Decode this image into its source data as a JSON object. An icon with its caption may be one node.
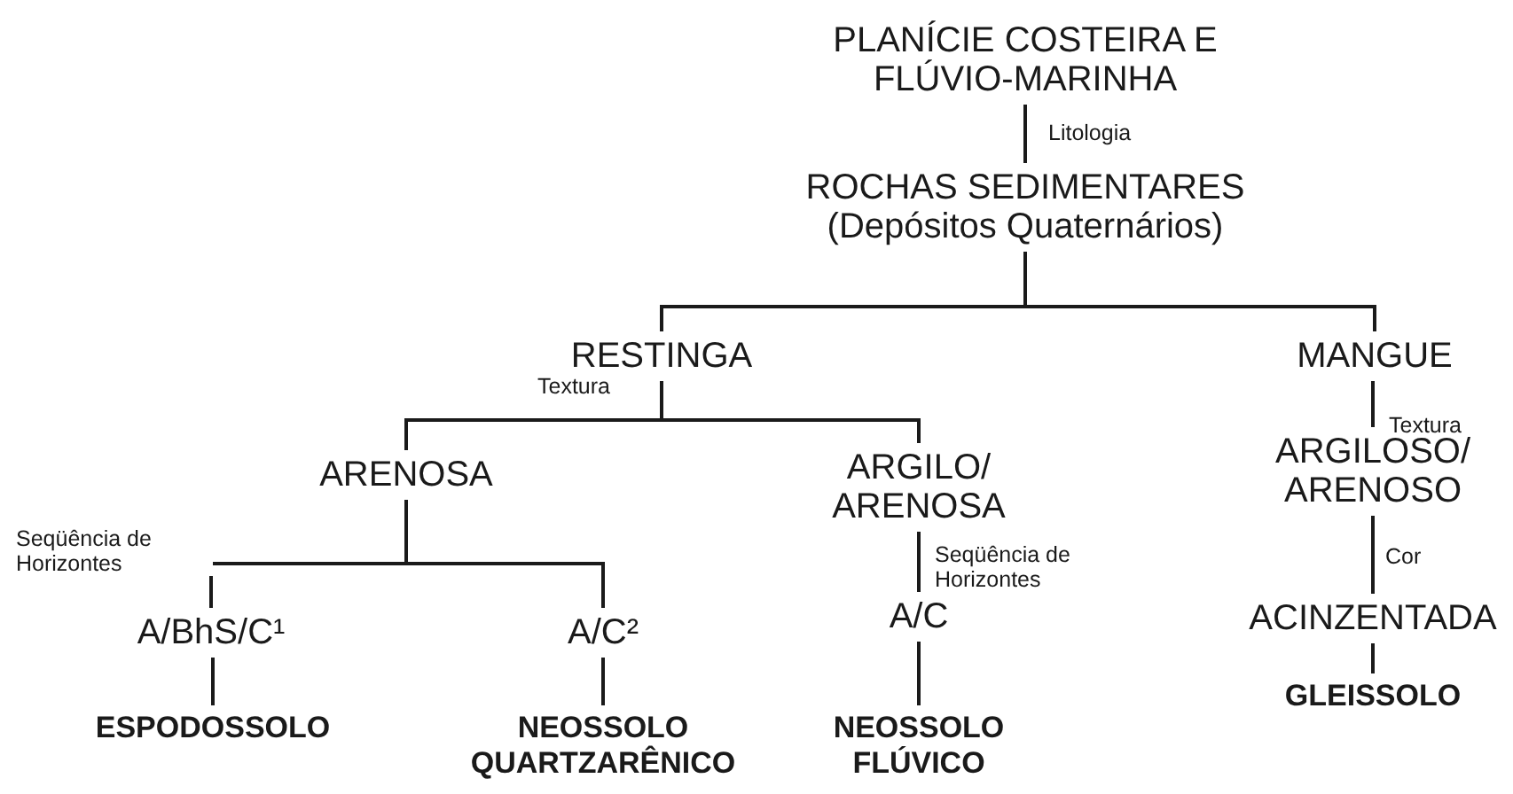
{
  "diagram": {
    "nodes": [
      {
        "text": [
          "PLANÍCIE COSTEIRA E FLÚVIO-MARINHA"
        ]
      },
      {
        "text": [
          "ROCHAS SEDIMENTARES",
          "(Depósitos Quaternários)"
        ]
      },
      {
        "text": [
          "RESTINGA"
        ]
      },
      {
        "text": [
          "MANGUE"
        ]
      },
      {
        "text": [
          "ARENOSA"
        ]
      },
      {
        "text": [
          "ARGILO/ ARENOSA"
        ]
      },
      {
        "text": [
          "ARGILOSO/ ARENOSO"
        ]
      },
      {
        "text": [
          "A/BhS/C¹"
        ]
      },
      {
        "text": [
          "A/C²"
        ]
      },
      {
        "text": [
          "A/C"
        ]
      },
      {
        "text": [
          "ACINZENTADA"
        ]
      },
      {
        "text": [
          "ESPODOSSOLO"
        ]
      },
      {
        "text": [
          "NEOSSOLO QUARTZARÊNICO"
        ]
      },
      {
        "text": [
          "NEOSSOLO FLÚVICO"
        ]
      },
      {
        "text": [
          "GLEISSOLO"
        ]
      }
    ],
    "edges": [
      {
        "from": 0,
        "to": 1,
        "arrow": "none",
        "label": "Litologia"
      },
      {
        "from": 1,
        "to": 2,
        "arrow": "none"
      },
      {
        "from": 1,
        "to": 3,
        "arrow": "none"
      },
      {
        "from": 2,
        "to": 4,
        "arrow": "none",
        "label": "Textura"
      },
      {
        "from": 2,
        "to": 5,
        "arrow": "none"
      },
      {
        "from": 3,
        "to": 6,
        "arrow": "none",
        "label": "Textura"
      },
      {
        "from": 4,
        "to": 7,
        "arrow": "none",
        "label": "Seqüência de Horizontes"
      },
      {
        "from": 4,
        "to": 8,
        "arrow": "none"
      },
      {
        "from": 5,
        "to": 9,
        "arrow": "none",
        "label": "Seqüência de Horizontes"
      },
      {
        "from": 6,
        "to": 10,
        "arrow": "none",
        "label": "Cor"
      },
      {
        "from": 7,
        "to": 11,
        "arrow": "none"
      },
      {
        "from": 8,
        "to": 12,
        "arrow": "none"
      },
      {
        "from": 9,
        "to": 13,
        "arrow": "none"
      },
      {
        "from": 10,
        "to": 14,
        "arrow": "none"
      }
    ]
  }
}
